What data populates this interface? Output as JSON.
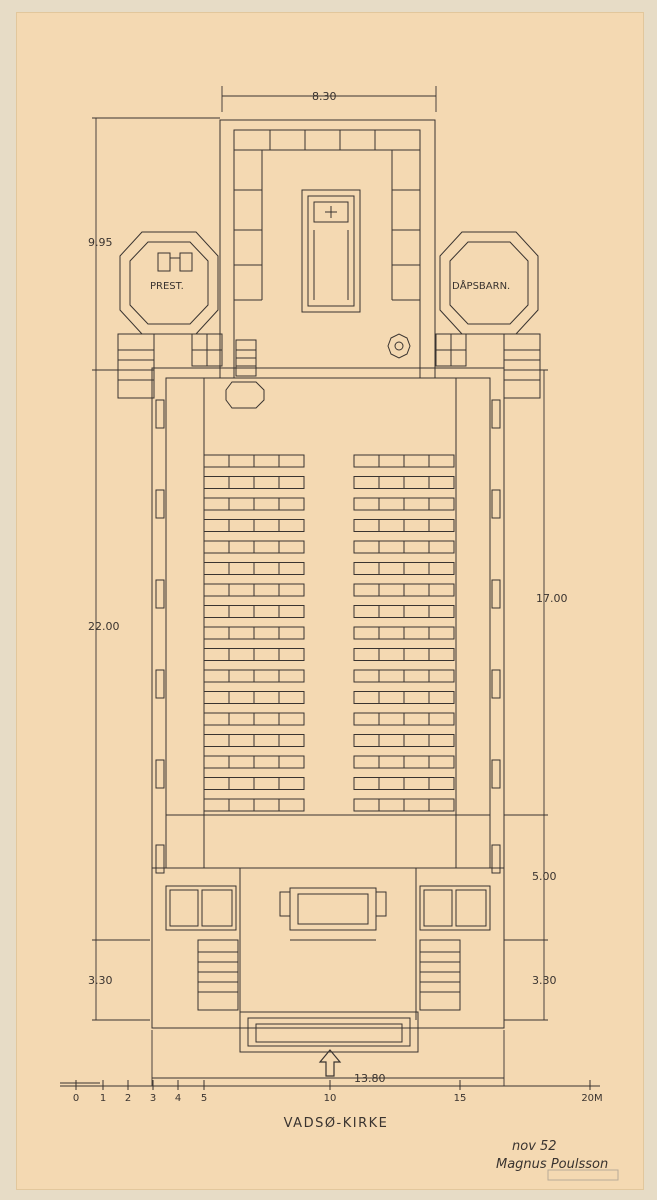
{
  "dimensions": {
    "apse_width": "8.30",
    "tower_height": "9.95",
    "total_length": "22.00",
    "nave_length": "17.00",
    "porch_length": "5.00",
    "left_entry": "3.30",
    "right_entry": "3.30",
    "total_width": "13.80"
  },
  "room_labels": {
    "left_tower": "PREST.",
    "right_tower": "DÅPSBARN."
  },
  "scale_bar": {
    "ticks": [
      "0",
      "1",
      "2",
      "3",
      "4",
      "5",
      "10",
      "15",
      "20M"
    ]
  },
  "title": "VADSØ-KIRKE",
  "signature": {
    "date": "nov 52",
    "name": "Magnus Poulsson"
  },
  "seating": {
    "rows_per_block": 17,
    "blocks": 2
  },
  "colors": {
    "paper": "#f4d9b2",
    "ink": "#3a3430",
    "background": "#e7dcc6"
  }
}
